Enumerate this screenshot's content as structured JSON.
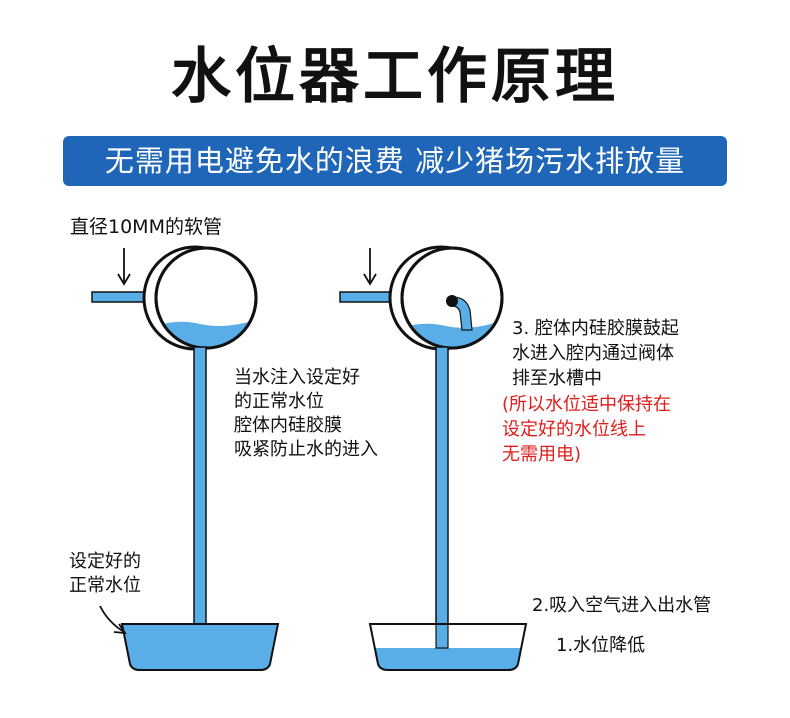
{
  "title": "水位器工作原理",
  "banner": "无需用电避免水的浪费 减少猪场污水排放量",
  "labels": {
    "hose": "直径10MM的软管",
    "left_desc": [
      "当水注入设定好",
      "的正常水位",
      "腔体内硅胶膜",
      "吸紧防止水的进入"
    ],
    "normal_level": [
      "设定好的",
      "正常水位"
    ],
    "step3": [
      "3. 腔体内硅胶膜鼓起",
      "水进入腔内通过阀体",
      "排至水槽中"
    ],
    "step3_note": [
      "(所以水位适中保持在",
      "设定好的水位线上",
      "无需用电)"
    ],
    "step2": "2.吸入空气进入出水管",
    "step1": "1.水位降低"
  },
  "colors": {
    "water": "#5aaee8",
    "banner": "#1f66b9",
    "note": "#e21b1b",
    "outline": "#111111"
  }
}
